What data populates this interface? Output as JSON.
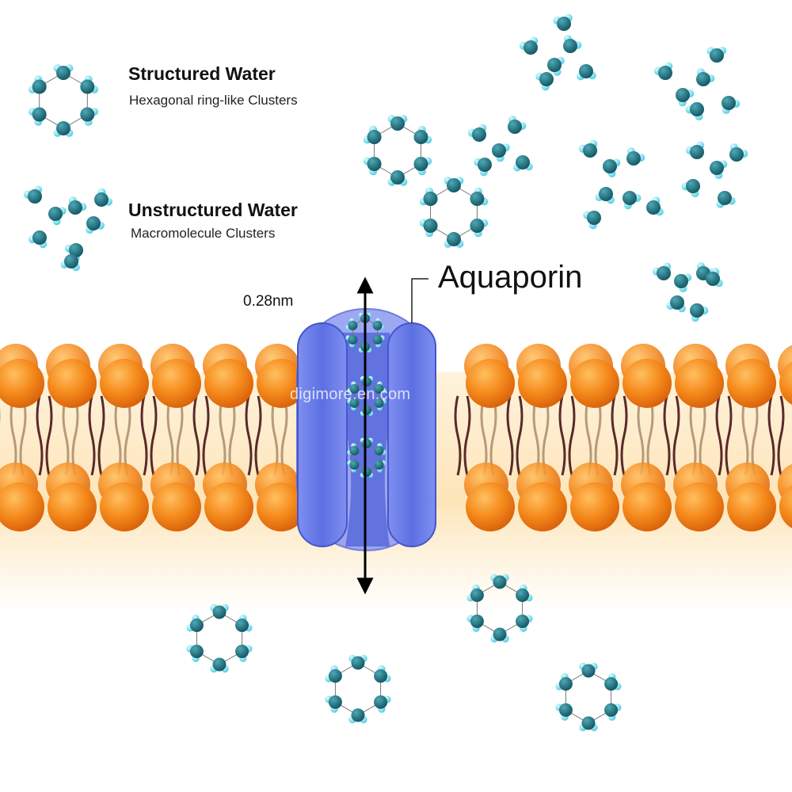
{
  "legend": {
    "structured_title": "Structured Water",
    "structured_desc": "Hexagonal ring-like Clusters",
    "unstructured_title": "Unstructured Water",
    "unstructured_desc": "Macromolecule Clusters"
  },
  "channel": {
    "label": "Aquaporin",
    "pore_size": "0.28nm"
  },
  "watermark": "digimore.en.com",
  "colors": {
    "oxygen": "#1f6f7d",
    "hydrogen": "#6fd9ec",
    "lipid_head": "#f07a12",
    "aquaporin": "#6b7fe8"
  }
}
